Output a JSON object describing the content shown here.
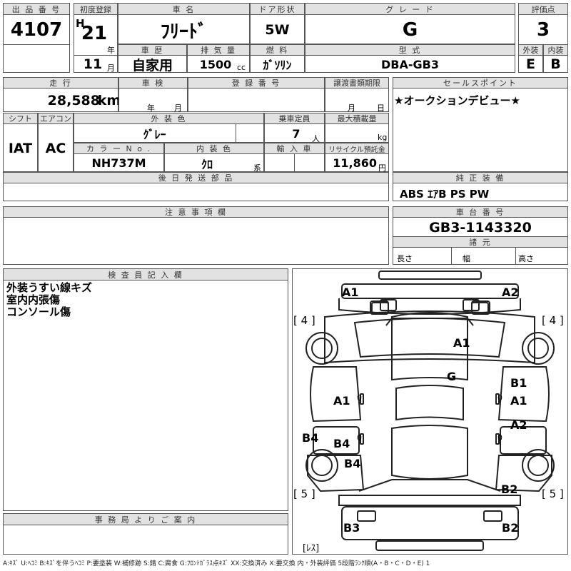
{
  "header": {
    "lot_label": "出 品 番 号",
    "lot_number": "4107",
    "first_reg_label": "初度登録",
    "era": "H",
    "year": "21",
    "year_unit": "年",
    "month": "11",
    "month_unit": "月",
    "car_name_label": "車 名",
    "car_name": "ﾌﾘｰﾄﾞ",
    "door_label": "ドア形状",
    "door": "5W",
    "grade_label": "グ レ ー ド",
    "grade": "G",
    "score_label": "評価点",
    "score": "3",
    "history_label": "車 歴",
    "history": "自家用",
    "displacement_label": "排 気 量",
    "displacement": "1500",
    "displacement_unit": "cc",
    "fuel_label": "燃 料",
    "fuel": "ｶﾞｿﾘﾝ",
    "model_label": "型 式",
    "model": "DBA-GB3",
    "exterior_label": "外装",
    "exterior": "E",
    "interior_label": "内装",
    "interior": "B"
  },
  "row2": {
    "mileage_label": "走 行",
    "mileage": "28,588",
    "mileage_unit": "km",
    "inspection_label": "車 検",
    "inspection_year_unit": "年",
    "inspection_month_unit": "月",
    "registration_label": "登 録 番 号",
    "transfer_label": "譲渡書類期限",
    "transfer_month_unit": "月",
    "transfer_day_unit": "日",
    "sales_point_label": "セールスポイント",
    "sales_point": "★オークションデビュー★"
  },
  "row3": {
    "shift_label": "シフト",
    "shift": "IAT",
    "ac_label": "エアコン",
    "ac": "AC",
    "color_label": "外 装 色",
    "color": "ｸﾞﾚｰ",
    "capacity_label": "乗車定員",
    "capacity": "7",
    "capacity_unit": "人",
    "load_label": "最大積載量",
    "load_unit": "kg",
    "color_no_label": "カ ラ ー N o .",
    "color_no": "NH737M",
    "int_color_label": "内 装 色",
    "int_color": "ｸﾛ",
    "int_color_unit": "系",
    "import_label": "輸 入 車",
    "recycle_label": "リサイクル預託金",
    "recycle": "11,860",
    "recycle_unit": "円"
  },
  "row4": {
    "later_parts_label": "後 日 発 送 部 品",
    "equipment_label": "純 正 装 備",
    "equipment": "ABS ｴｱB PS PW"
  },
  "row5": {
    "notes_label": "注 意 事 項 欄",
    "chassis_label": "車 台 番 号",
    "chassis": "GB3-1143320",
    "specs_label": "諸 元",
    "length_label": "長さ",
    "width_label": "幅",
    "height_label": "高さ"
  },
  "inspector": {
    "label": "検 査 員 記 入 欄",
    "lines": [
      "外装うすい線キズ",
      "室内内張傷",
      "コンソール傷"
    ]
  },
  "office": {
    "label": "事 務 局 よ り ご 案 内"
  },
  "diagram": {
    "marks": {
      "front_left": "A1",
      "front_right": "A2",
      "roof": "A1",
      "glass": "G",
      "left_door_front": "A1",
      "right_door_front_1": "B1",
      "right_door_front_2": "A1",
      "right_door_rear": "A2",
      "left_rocker": "B4",
      "left_door_rear": "B4",
      "left_quarter": "B4",
      "right_quarter": "B2",
      "rear_left": "B3",
      "rear_right": "B2"
    },
    "tire_front_left": "[ 4 ]",
    "tire_front_right": "[ 4 ]",
    "tire_rear_left": "[ 5 ]",
    "tire_rear_right": "[ 5 ]",
    "spare": "[ﾚｽ]",
    "door_zero_1": "0",
    "door_zero_2": "0",
    "door_zero_3": "0",
    "door_zero_4": "0"
  },
  "legend": "A:ｷｽﾞ U:ﾍｺﾐ B:ｷｽﾞを伴うﾍｺﾐ P:要塗装 W:補修跡 S:錆 C:腐食 G:ﾌﾛﾝﾄｶﾞﾗｽ点ｷｽﾞ XX:交換済み X:要交換 内・外装評価 5段階ﾗﾝｸ順(A・B・C・D・E) 1"
}
